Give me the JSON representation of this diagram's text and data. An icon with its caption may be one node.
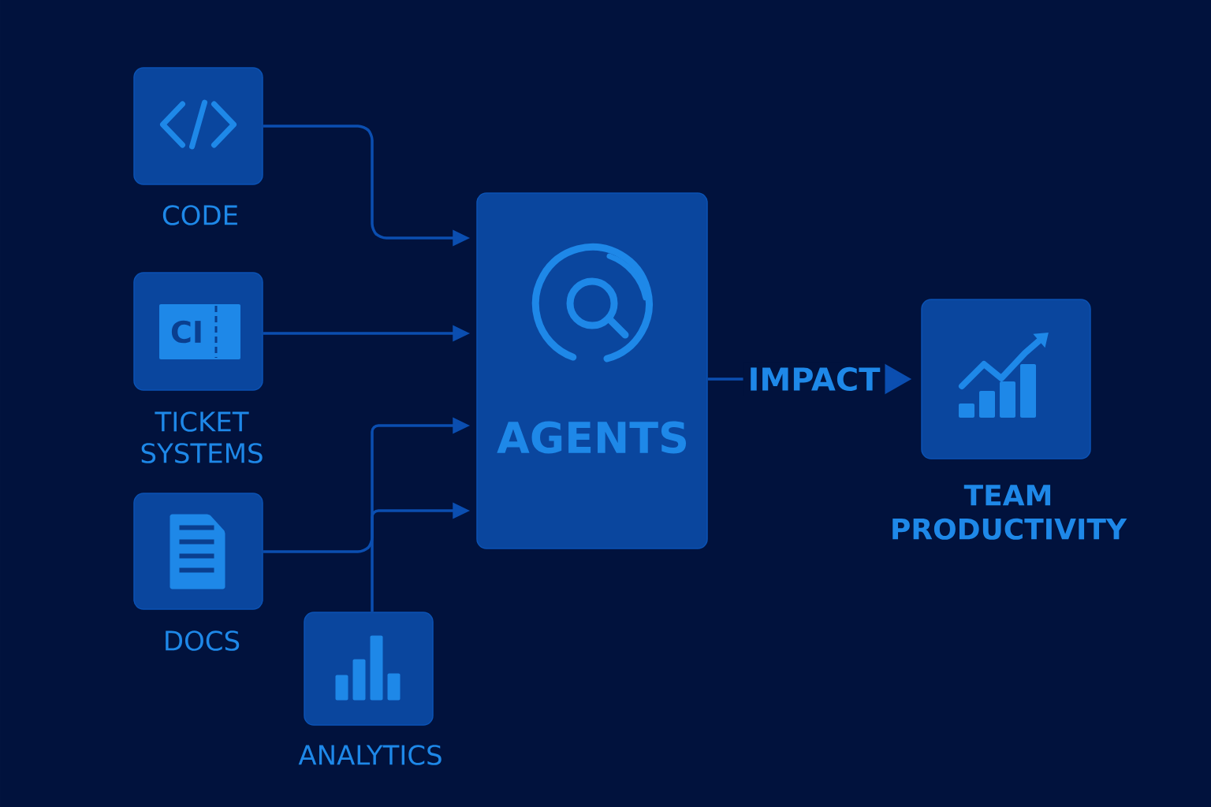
{
  "diagram": {
    "nodes": [
      {
        "text": [
          "CODE"
        ]
      },
      {
        "text": [
          "TICKET SYSTEMS"
        ]
      },
      {
        "text": [
          "DOCS"
        ]
      },
      {
        "text": [
          "ANALYTICS"
        ]
      },
      {
        "text": [
          "AGENTS"
        ]
      },
      {
        "text": [
          "TEAM PRODUCTIVITY"
        ]
      }
    ],
    "edges": [
      {
        "from": 0,
        "to": 4,
        "arrow": "to"
      },
      {
        "from": 1,
        "to": 4,
        "arrow": "to"
      },
      {
        "from": 2,
        "to": 4,
        "arrow": "to"
      },
      {
        "from": 3,
        "to": 4,
        "arrow": "to"
      },
      {
        "from": 4,
        "to": 5,
        "arrow": "to",
        "label": "IMPACT"
      }
    ],
    "labels": [
      "CI"
    ]
  }
}
